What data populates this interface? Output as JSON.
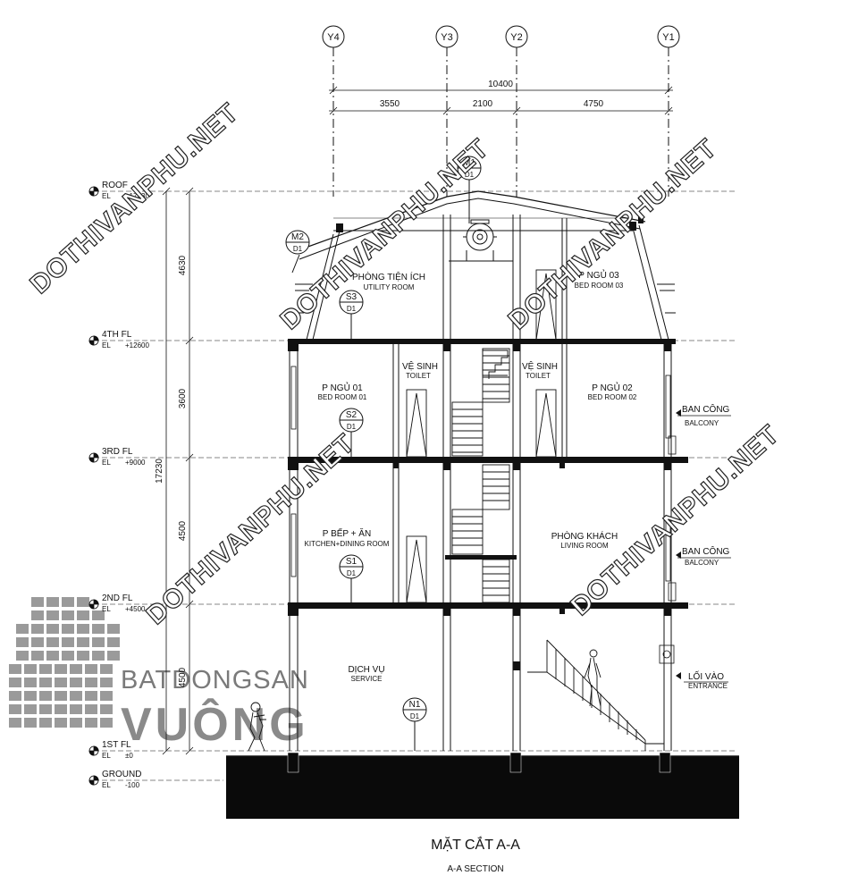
{
  "grid_axes": {
    "y4": "Y4",
    "y3": "Y3",
    "y2": "Y2",
    "y1": "Y1"
  },
  "dimensions": {
    "overall_width": "10400",
    "span_1": "3550",
    "span_2": "2100",
    "span_3": "4750",
    "total_height": "17230",
    "floor_4_height": "4630",
    "floor_3_height": "3600",
    "floor_2_height": "4500",
    "floor_1_height": "4500"
  },
  "levels": {
    "roof": {
      "name": "ROOF",
      "el_prefix": "EL",
      "el_value": "+17230"
    },
    "fl4": {
      "name": "4TH FL",
      "el_prefix": "EL",
      "el_value": "+12600"
    },
    "fl3": {
      "name": "3RD FL",
      "el_prefix": "EL",
      "el_value": "+9000"
    },
    "fl2": {
      "name": "2ND FL",
      "el_prefix": "EL",
      "el_value": "+4500"
    },
    "fl1": {
      "name": "1ST FL",
      "el_prefix": "EL",
      "el_value": "±0"
    },
    "ground": {
      "name": "GROUND",
      "el_prefix": "EL",
      "el_value": "-100"
    }
  },
  "rooms": {
    "utility": {
      "vn": "PHÒNG TIỆN ÍCH",
      "en": "UTILITY ROOM"
    },
    "bed03": {
      "vn": "P NGỦ 03",
      "en": "BED ROOM 03"
    },
    "bed01": {
      "vn": "P NGỦ 01",
      "en": "BED ROOM 01"
    },
    "toilet_left": {
      "vn": "VỆ SINH",
      "en": "TOILET"
    },
    "toilet_right": {
      "vn": "VỆ SINH",
      "en": "TOILET"
    },
    "bed02": {
      "vn": "P NGỦ 02",
      "en": "BED ROOM 02"
    },
    "balcony_upper": {
      "vn": "BAN CÔNG",
      "en": "BALCONY"
    },
    "kitchen": {
      "vn": "P BẾP + ĂN",
      "en": "KITCHEN+DINING ROOM"
    },
    "living": {
      "vn": "PHÒNG KHÁCH",
      "en": "LIVING ROOM"
    },
    "balcony_lower": {
      "vn": "BAN CÔNG",
      "en": "BALCONY"
    },
    "service": {
      "vn": "DỊCH VỤ",
      "en": "SERVICE"
    },
    "entrance": {
      "vn": "LỐI VÀO",
      "en": "ENTRANCE"
    }
  },
  "detail_tags": {
    "m1": {
      "code": "M1",
      "sheet": "D1"
    },
    "m2": {
      "code": "M2",
      "sheet": "D1"
    },
    "s3": {
      "code": "S3",
      "sheet": "D1"
    },
    "s2": {
      "code": "S2",
      "sheet": "D1"
    },
    "s1": {
      "code": "S1",
      "sheet": "D1"
    },
    "n1": {
      "code": "N1",
      "sheet": "D1"
    }
  },
  "title": {
    "vn": "MẶT CẮT A-A",
    "en": "A-A SECTION"
  },
  "watermark": {
    "text": "DOTHIVANPHU.NET"
  },
  "logo": {
    "line1": "BATDONGSAN",
    "line2": "VUÔNG"
  },
  "colors": {
    "line": "#111111",
    "ground_fill": "#0a0a0a",
    "logo_gray": "#8a8a8a"
  }
}
